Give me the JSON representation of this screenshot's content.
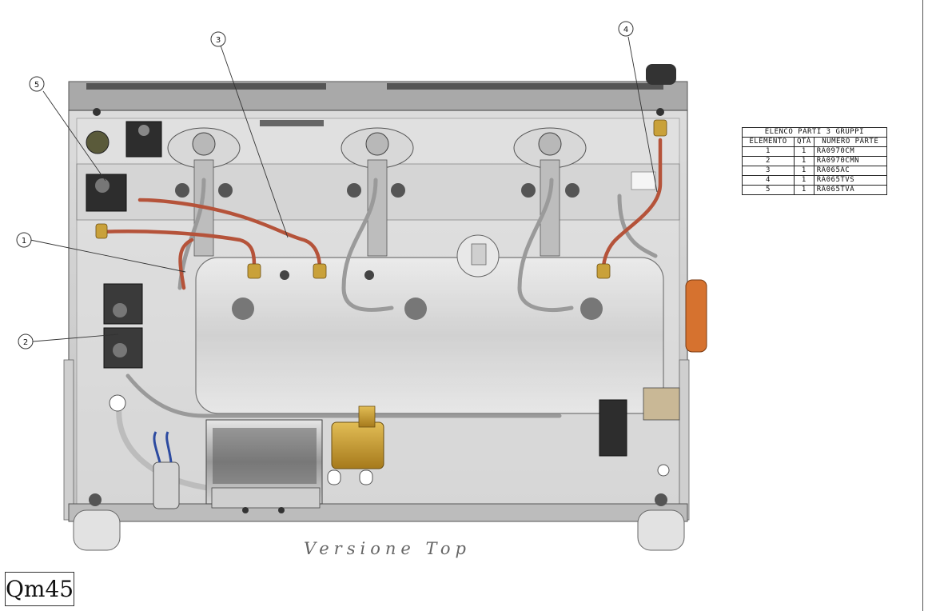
{
  "callouts": [
    "1",
    "2",
    "3",
    "4",
    "5"
  ],
  "parts_table": {
    "title": "ELENCO PARTI 3 GRUPPI",
    "headers": [
      "ELEMENTO",
      "QTÀ",
      "NUMERO PARTE"
    ],
    "rows": [
      {
        "elemento": "1",
        "qta": "1",
        "numero": "RA0970CM"
      },
      {
        "elemento": "2",
        "qta": "1",
        "numero": "RA0970CMN"
      },
      {
        "elemento": "3",
        "qta": "1",
        "numero": "RA065AC"
      },
      {
        "elemento": "4",
        "qta": "1",
        "numero": "RA065TVS"
      },
      {
        "elemento": "5",
        "qta": "1",
        "numero": "RA065TVA"
      }
    ]
  },
  "caption": "Versione Top",
  "model": "Qm45",
  "colors": {
    "frame": "#c9c9c9",
    "frame_dark": "#8a8a8a",
    "copper": "#b5533a",
    "brass": "#c9a13a",
    "orange": "#d6722f",
    "boiler": "#dcdcdc"
  }
}
